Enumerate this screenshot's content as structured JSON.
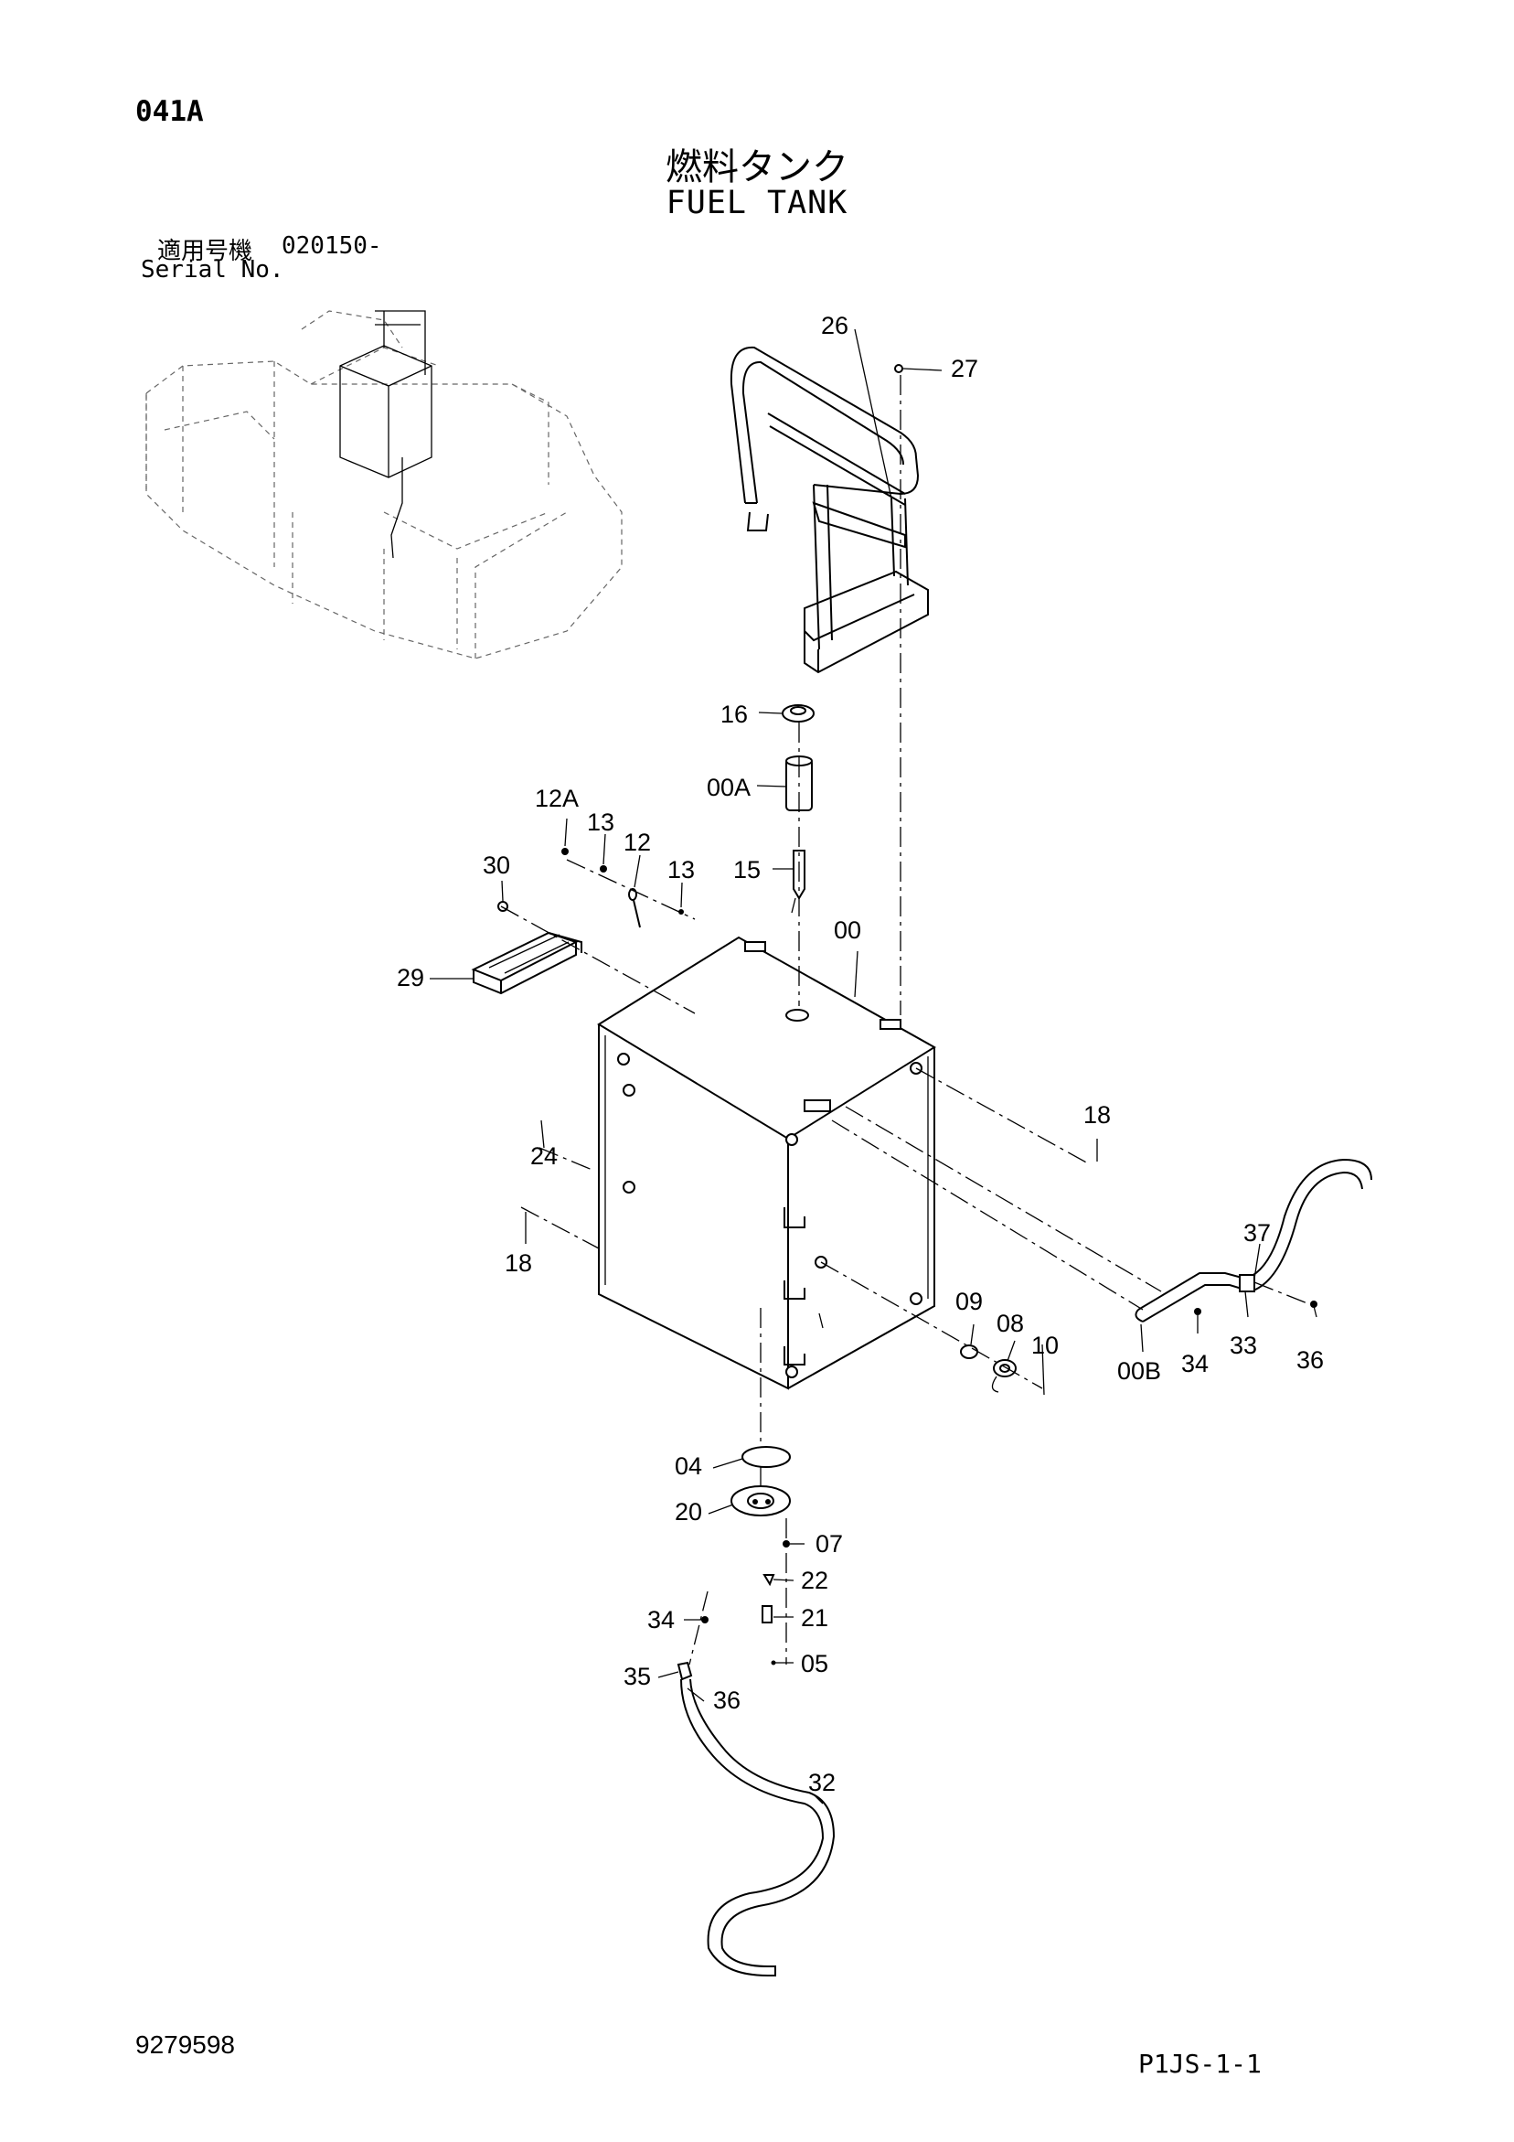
{
  "header": {
    "page_code": "041A",
    "title_jp": "燃料タンク",
    "title_en": "FUEL TANK"
  },
  "serial": {
    "label_jp": "適用号機",
    "value": "020150-",
    "label_en": "Serial No."
  },
  "footer": {
    "drawing_number": "9279598",
    "page_reference": "P1JS-1-1"
  },
  "callouts": {
    "p26": "26",
    "p27": "27",
    "p16": "16",
    "p00A": "00A",
    "p15": "15",
    "p12A": "12A",
    "p13a": "13",
    "p12": "12",
    "p13b": "13",
    "p30": "30",
    "p29": "29",
    "p00": "00",
    "p24": "24",
    "p18a": "18",
    "p18b": "18",
    "p37": "37",
    "p09": "09",
    "p08": "08",
    "p10": "10",
    "p00B": "00B",
    "p34a": "34",
    "p33": "33",
    "p36a": "36",
    "p04": "04",
    "p20": "20",
    "p07": "07",
    "p22": "22",
    "p21": "21",
    "p05": "05",
    "p34b": "34",
    "p35": "35",
    "p36b": "36",
    "p32": "32"
  }
}
